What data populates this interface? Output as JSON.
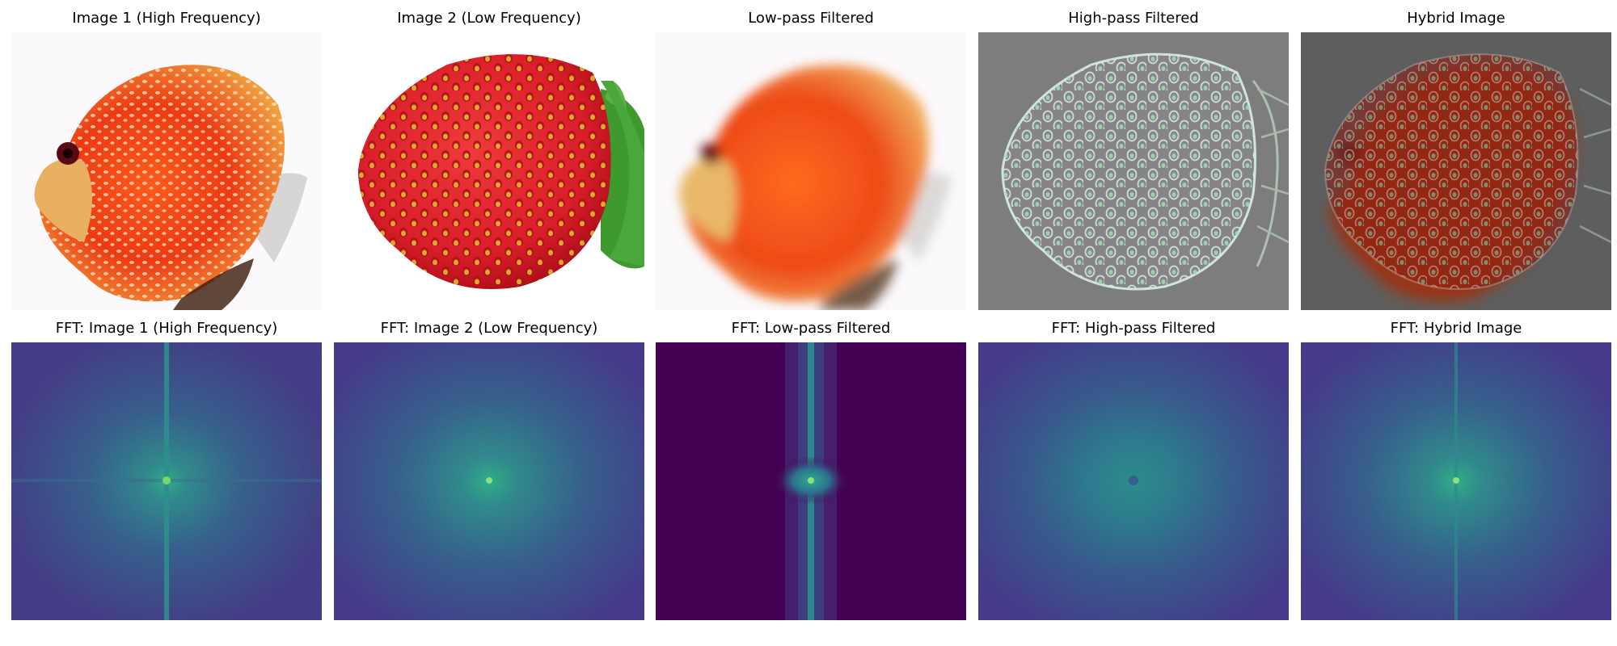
{
  "figure": {
    "row1": [
      {
        "title": "Image 1 (High Frequency)",
        "kind": "fish"
      },
      {
        "title": "Image 2 (Low Frequency)",
        "kind": "strawberry"
      },
      {
        "title": "Low-pass Filtered",
        "kind": "fish-blur"
      },
      {
        "title": "High-pass Filtered",
        "kind": "strawberry-edges"
      },
      {
        "title": "Hybrid Image",
        "kind": "hybrid"
      }
    ],
    "row2": [
      {
        "title": "FFT: Image 1 (High Frequency)",
        "kind": "fft-cross"
      },
      {
        "title": "FFT: Image 2 (Low Frequency)",
        "kind": "fft-soft"
      },
      {
        "title": "FFT: Low-pass Filtered",
        "kind": "fft-lowpass"
      },
      {
        "title": "FFT: High-pass Filtered",
        "kind": "fft-highpass"
      },
      {
        "title": "FFT: Hybrid Image",
        "kind": "fft-hybrid"
      }
    ]
  }
}
